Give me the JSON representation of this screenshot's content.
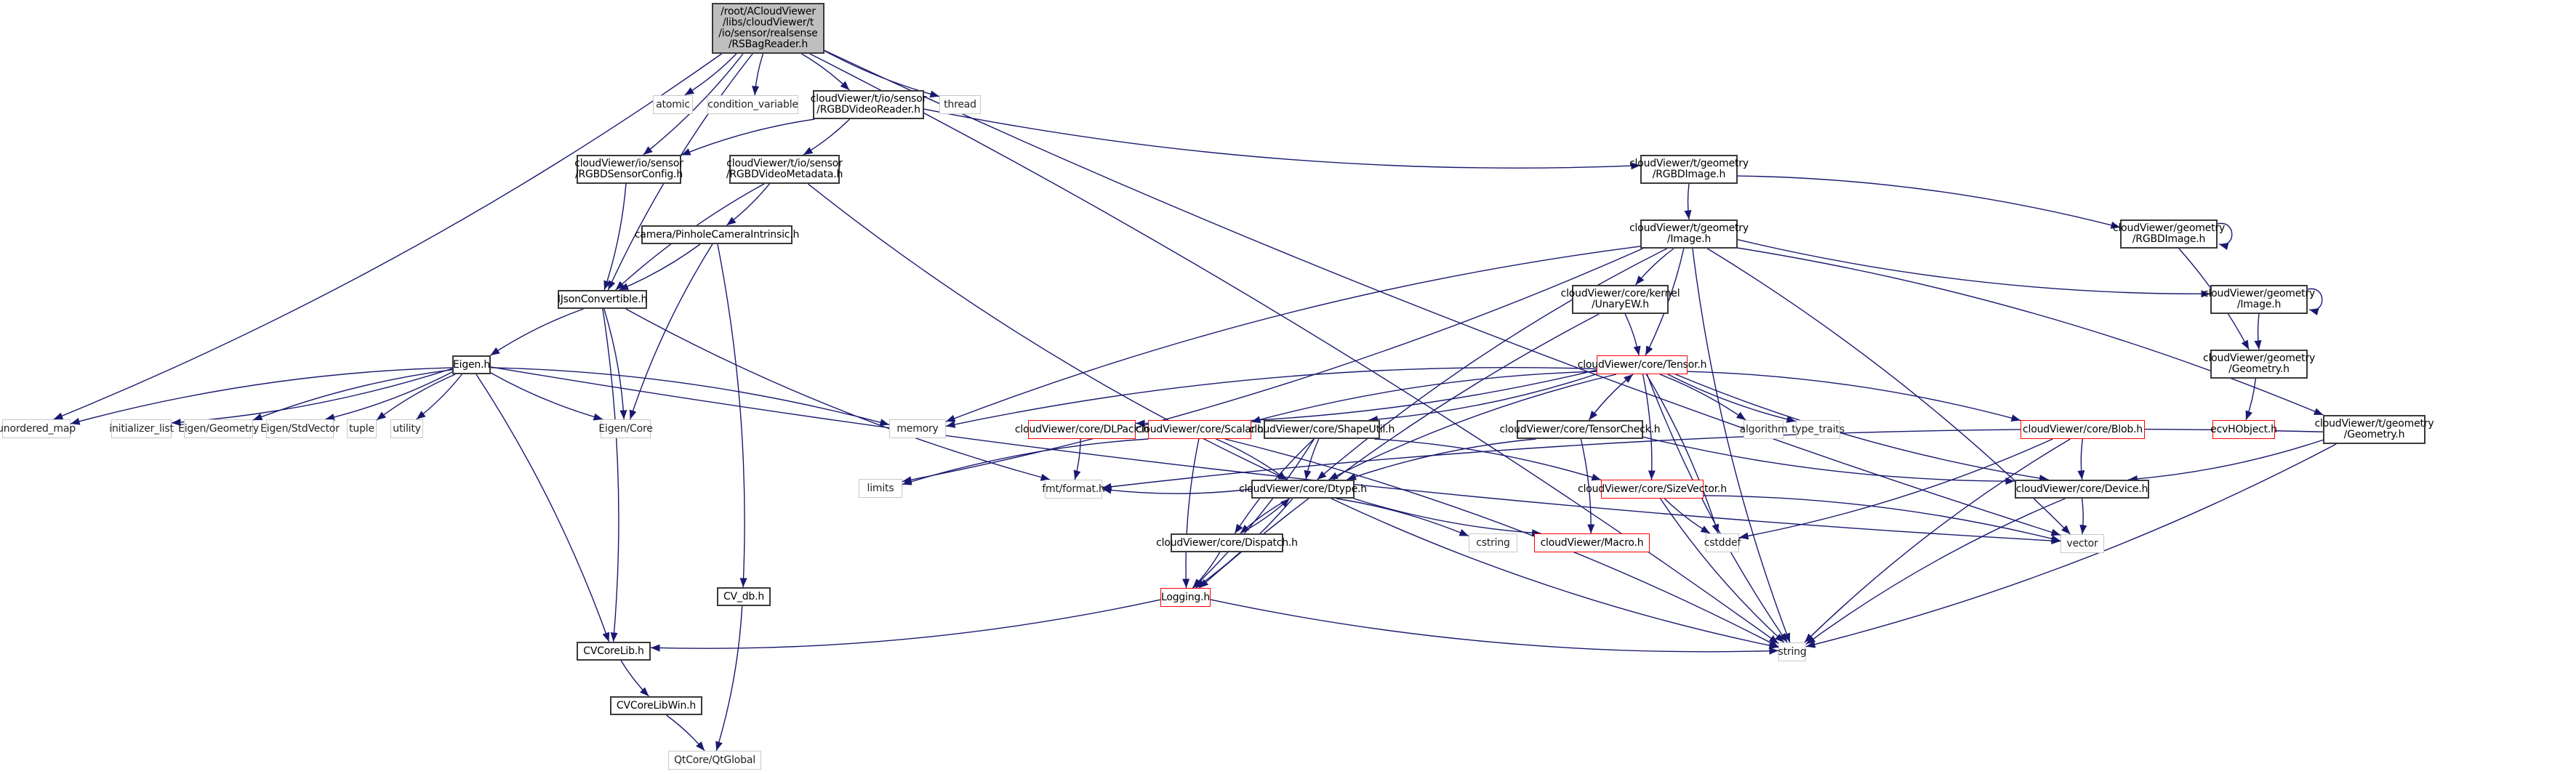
{
  "diagram": {
    "title": "Include dependency graph for RSBagReader.h",
    "colors": {
      "edge": "#191970",
      "root_fill": "#bfbfbf",
      "normal_border": "#3a3a3a",
      "external_border": "#c8c8c8",
      "truncated_border": "#ff0000"
    },
    "nodes": [
      {
        "id": "root",
        "label": "/root/ACloudViewer\n/libs/cloudViewer/t\n/io/sensor/realsense\n/RSBagReader.h",
        "kind": "root"
      },
      {
        "id": "atomic",
        "label": "atomic",
        "kind": "external"
      },
      {
        "id": "condvar",
        "label": "condition_variable",
        "kind": "external"
      },
      {
        "id": "rgbdvideoreader",
        "label": "cloudViewer/t/io/sensor\n/RGBDVideoReader.h",
        "kind": "normal"
      },
      {
        "id": "thread",
        "label": "thread",
        "kind": "external"
      },
      {
        "id": "rgbdsensorconfig",
        "label": "cloudViewer/io/sensor\n/RGBDSensorConfig.h",
        "kind": "normal"
      },
      {
        "id": "rgbdvideometadata",
        "label": "cloudViewer/t/io/sensor\n/RGBDVideoMetadata.h",
        "kind": "normal"
      },
      {
        "id": "trgbdimage",
        "label": "cloudViewer/t/geometry\n/RGBDImage.h",
        "kind": "normal"
      },
      {
        "id": "pinhole",
        "label": "camera/PinholeCameraIntrinsic.h",
        "kind": "normal"
      },
      {
        "id": "timage",
        "label": "cloudViewer/t/geometry\n/Image.h",
        "kind": "normal"
      },
      {
        "id": "grgbdimage",
        "label": "cloudViewer/geometry\n/RGBDImage.h",
        "kind": "normal"
      },
      {
        "id": "ijson",
        "label": "IJsonConvertible.h",
        "kind": "normal"
      },
      {
        "id": "unaryew",
        "label": "cloudViewer/core/kernel\n/UnaryEW.h",
        "kind": "normal"
      },
      {
        "id": "gimage",
        "label": "cloudViewer/geometry\n/Image.h",
        "kind": "normal"
      },
      {
        "id": "eigen",
        "label": "Eigen.h",
        "kind": "normal"
      },
      {
        "id": "tensor",
        "label": "cloudViewer/core/Tensor.h",
        "kind": "truncated"
      },
      {
        "id": "ggeometry",
        "label": "cloudViewer/geometry\n/Geometry.h",
        "kind": "normal"
      },
      {
        "id": "unordered_map",
        "label": "unordered_map",
        "kind": "external"
      },
      {
        "id": "initializer_list",
        "label": "initializer_list",
        "kind": "external"
      },
      {
        "id": "eigengeometry",
        "label": "Eigen/Geometry",
        "kind": "external"
      },
      {
        "id": "eigenstdvector",
        "label": "Eigen/StdVector",
        "kind": "external"
      },
      {
        "id": "tuple",
        "label": "tuple",
        "kind": "external"
      },
      {
        "id": "utility",
        "label": "utility",
        "kind": "external"
      },
      {
        "id": "eigencore",
        "label": "Eigen/Core",
        "kind": "external"
      },
      {
        "id": "memory",
        "label": "memory",
        "kind": "external"
      },
      {
        "id": "dlpack",
        "label": "cloudViewer/core/DLPack.h",
        "kind": "truncated"
      },
      {
        "id": "scalar",
        "label": "cloudViewer/core/Scalar.h",
        "kind": "truncated"
      },
      {
        "id": "shapeutil",
        "label": "cloudViewer/core/ShapeUtil.h",
        "kind": "normal"
      },
      {
        "id": "tensorcheck",
        "label": "cloudViewer/core/TensorCheck.h",
        "kind": "normal"
      },
      {
        "id": "algorithm",
        "label": "algorithm",
        "kind": "external"
      },
      {
        "id": "type_traits",
        "label": "type_traits",
        "kind": "external"
      },
      {
        "id": "blob",
        "label": "cloudViewer/core/Blob.h",
        "kind": "truncated"
      },
      {
        "id": "ecvhobject",
        "label": "ecvHObject.h",
        "kind": "truncated"
      },
      {
        "id": "tgeometry",
        "label": "cloudViewer/t/geometry\n/Geometry.h",
        "kind": "normal"
      },
      {
        "id": "limits",
        "label": "limits",
        "kind": "external"
      },
      {
        "id": "fmtformat",
        "label": "fmt/format.h",
        "kind": "external"
      },
      {
        "id": "dtype",
        "label": "cloudViewer/core/Dtype.h",
        "kind": "normal"
      },
      {
        "id": "sizevector",
        "label": "cloudViewer/core/SizeVector.h",
        "kind": "truncated"
      },
      {
        "id": "device",
        "label": "cloudViewer/core/Device.h",
        "kind": "normal"
      },
      {
        "id": "dispatch",
        "label": "cloudViewer/core/Dispatch.h",
        "kind": "normal"
      },
      {
        "id": "cstring",
        "label": "cstring",
        "kind": "external"
      },
      {
        "id": "macro",
        "label": "cloudViewer/Macro.h",
        "kind": "truncated"
      },
      {
        "id": "cstddef",
        "label": "cstddef",
        "kind": "external"
      },
      {
        "id": "vector",
        "label": "vector",
        "kind": "external"
      },
      {
        "id": "cvdb",
        "label": "CV_db.h",
        "kind": "normal"
      },
      {
        "id": "logging",
        "label": "Logging.h",
        "kind": "truncated"
      },
      {
        "id": "cvcorelib",
        "label": "CVCoreLib.h",
        "kind": "normal"
      },
      {
        "id": "string",
        "label": "string",
        "kind": "external"
      },
      {
        "id": "cvcorelibwin",
        "label": "CVCoreLibWin.h",
        "kind": "normal"
      },
      {
        "id": "qtglobal",
        "label": "QtCore/QtGlobal",
        "kind": "external"
      }
    ],
    "edges": [
      [
        "root",
        "atomic"
      ],
      [
        "root",
        "condvar"
      ],
      [
        "root",
        "rgbdvideoreader"
      ],
      [
        "root",
        "thread"
      ],
      [
        "root",
        "rgbdsensorconfig"
      ],
      [
        "root",
        "ijson"
      ],
      [
        "root",
        "unordered_map"
      ],
      [
        "root",
        "vector"
      ],
      [
        "root",
        "string"
      ],
      [
        "rgbdvideoreader",
        "rgbdsensorconfig"
      ],
      [
        "rgbdvideoreader",
        "rgbdvideometadata"
      ],
      [
        "rgbdvideoreader",
        "trgbdimage"
      ],
      [
        "rgbdsensorconfig",
        "ijson"
      ],
      [
        "rgbdvideometadata",
        "ijson"
      ],
      [
        "rgbdvideometadata",
        "pinhole"
      ],
      [
        "rgbdvideometadata",
        "dtype"
      ],
      [
        "pinhole",
        "ijson"
      ],
      [
        "pinhole",
        "eigencore"
      ],
      [
        "pinhole",
        "cvdb"
      ],
      [
        "trgbdimage",
        "timage"
      ],
      [
        "trgbdimage",
        "grgbdimage"
      ],
      [
        "grgbdimage",
        "grgbdimage"
      ],
      [
        "grgbdimage",
        "ggeometry"
      ],
      [
        "timage",
        "unaryew"
      ],
      [
        "timage",
        "tensor"
      ],
      [
        "timage",
        "gimage"
      ],
      [
        "timage",
        "tgeometry"
      ],
      [
        "timage",
        "memory"
      ],
      [
        "timage",
        "limits"
      ],
      [
        "timage",
        "dtype"
      ],
      [
        "timage",
        "vector"
      ],
      [
        "timage",
        "string"
      ],
      [
        "unaryew",
        "tensor"
      ],
      [
        "unaryew",
        "logging"
      ],
      [
        "gimage",
        "gimage"
      ],
      [
        "gimage",
        "ggeometry"
      ],
      [
        "ggeometry",
        "ecvhobject"
      ],
      [
        "ijson",
        "eigen"
      ],
      [
        "ijson",
        "eigencore"
      ],
      [
        "ijson",
        "fmtformat"
      ],
      [
        "ijson",
        "cvcorelib"
      ],
      [
        "eigen",
        "unordered_map"
      ],
      [
        "eigen",
        "initializer_list"
      ],
      [
        "eigen",
        "eigengeometry"
      ],
      [
        "eigen",
        "eigenstdvector"
      ],
      [
        "eigen",
        "tuple"
      ],
      [
        "eigen",
        "utility"
      ],
      [
        "eigen",
        "eigencore"
      ],
      [
        "eigen",
        "memory"
      ],
      [
        "eigen",
        "vector"
      ],
      [
        "eigen",
        "cvcorelib"
      ],
      [
        "tensor",
        "memory"
      ],
      [
        "tensor",
        "dlpack"
      ],
      [
        "tensor",
        "scalar"
      ],
      [
        "tensor",
        "shapeutil"
      ],
      [
        "tensor",
        "tensorcheck"
      ],
      [
        "tensor",
        "algorithm"
      ],
      [
        "tensor",
        "type_traits"
      ],
      [
        "tensor",
        "blob"
      ],
      [
        "tensor",
        "dtype"
      ],
      [
        "tensor",
        "sizevector"
      ],
      [
        "tensor",
        "device"
      ],
      [
        "tensor",
        "cstddef"
      ],
      [
        "tensor",
        "string"
      ],
      [
        "tensorcheck",
        "tensor"
      ],
      [
        "tensorcheck",
        "device"
      ],
      [
        "tensorcheck",
        "macro"
      ],
      [
        "tensorcheck",
        "dtype"
      ],
      [
        "dlpack",
        "fmtformat"
      ],
      [
        "scalar",
        "limits"
      ],
      [
        "scalar",
        "dtype"
      ],
      [
        "scalar",
        "logging"
      ],
      [
        "scalar",
        "string"
      ],
      [
        "shapeutil",
        "dtype"
      ],
      [
        "shapeutil",
        "sizevector"
      ],
      [
        "shapeutil",
        "dispatch"
      ],
      [
        "shapeutil",
        "logging"
      ],
      [
        "blob",
        "device"
      ],
      [
        "blob",
        "cstddef"
      ],
      [
        "blob",
        "string"
      ],
      [
        "tgeometry",
        "device"
      ],
      [
        "tgeometry",
        "fmtformat"
      ],
      [
        "tgeometry",
        "string"
      ],
      [
        "dtype",
        "dispatch"
      ],
      [
        "dtype",
        "cstring"
      ],
      [
        "dtype",
        "macro"
      ],
      [
        "dtype",
        "logging"
      ],
      [
        "dtype",
        "string"
      ],
      [
        "dtype",
        "fmtformat"
      ],
      [
        "dispatch",
        "dtype"
      ],
      [
        "dispatch",
        "logging"
      ],
      [
        "sizevector",
        "cstddef"
      ],
      [
        "sizevector",
        "vector"
      ],
      [
        "sizevector",
        "string"
      ],
      [
        "device",
        "vector"
      ],
      [
        "device",
        "string"
      ],
      [
        "logging",
        "cvcorelib"
      ],
      [
        "logging",
        "string"
      ],
      [
        "cvdb",
        "qtglobal"
      ],
      [
        "cvcorelib",
        "cvcorelibwin"
      ],
      [
        "cvcorelibwin",
        "qtglobal"
      ]
    ]
  }
}
